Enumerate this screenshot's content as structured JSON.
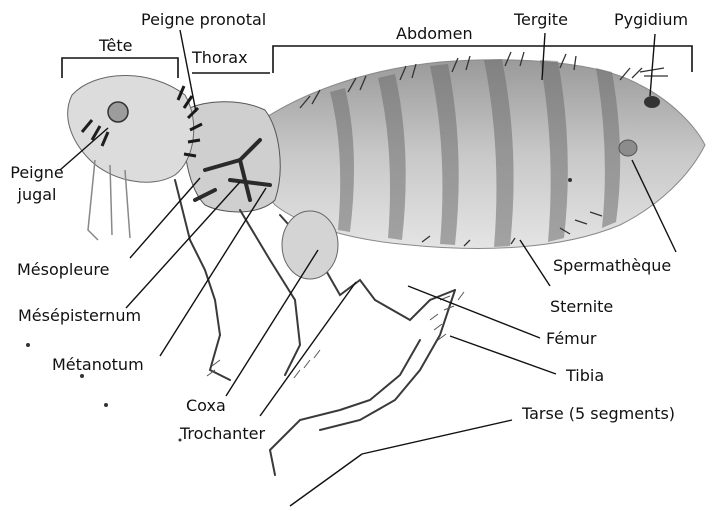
{
  "labels": {
    "tete": "Tête",
    "peigne_pronotal": "Peigne pronotal",
    "thorax": "Thorax",
    "abdomen": "Abdomen",
    "tergite": "Tergite",
    "pygidium": "Pygidium",
    "peigne_jugal_line1": "Peigne",
    "peigne_jugal_line2": "jugal",
    "mesopleure": "Mésopleure",
    "mesepisternum": "Mésépisternum",
    "metanotum": "Métanotum",
    "coxa": "Coxa",
    "trochanter": "Trochanter",
    "spermatheque": "Spermathèque",
    "sternite": "Sternite",
    "femur": "Fémur",
    "tibia": "Tibia",
    "tarse": "Tarse (5 segments)"
  },
  "colors": {
    "line": "#111111",
    "body_light": "#d9d9d9",
    "body_mid": "#a8a8a8",
    "body_dark": "#555555",
    "chitin": "#2a2a2a"
  }
}
